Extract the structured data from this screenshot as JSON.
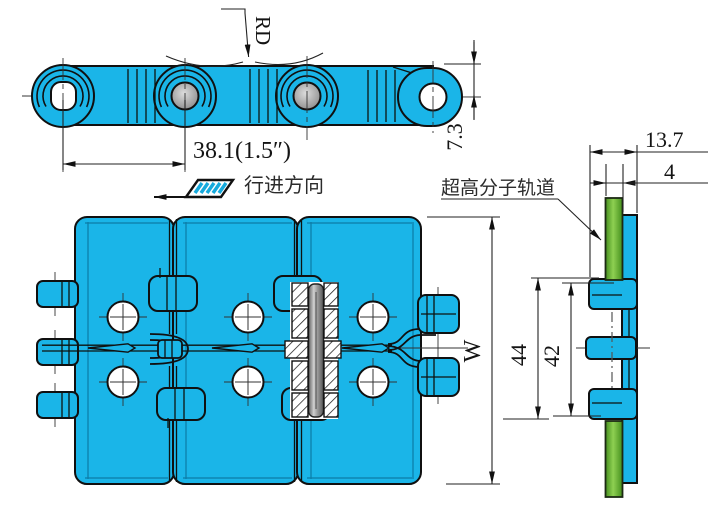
{
  "drawing": {
    "labels": {
      "rd": "RD",
      "travel_direction": "行进方向",
      "track": "超高分子轨道"
    },
    "dims": {
      "pitch": "38.1(1.5″)",
      "plate_top_to_pin": "7.3",
      "section_depth": "13.7",
      "track_thickness": "4",
      "width_symbol": "W",
      "outer_width": "44",
      "inner_width": "42"
    },
    "colors": {
      "chain_cyan": "#1ab5e8",
      "track_green": "#6fc23a",
      "pin_gray": "#9a9a9a",
      "line_black": "#111111"
    }
  }
}
